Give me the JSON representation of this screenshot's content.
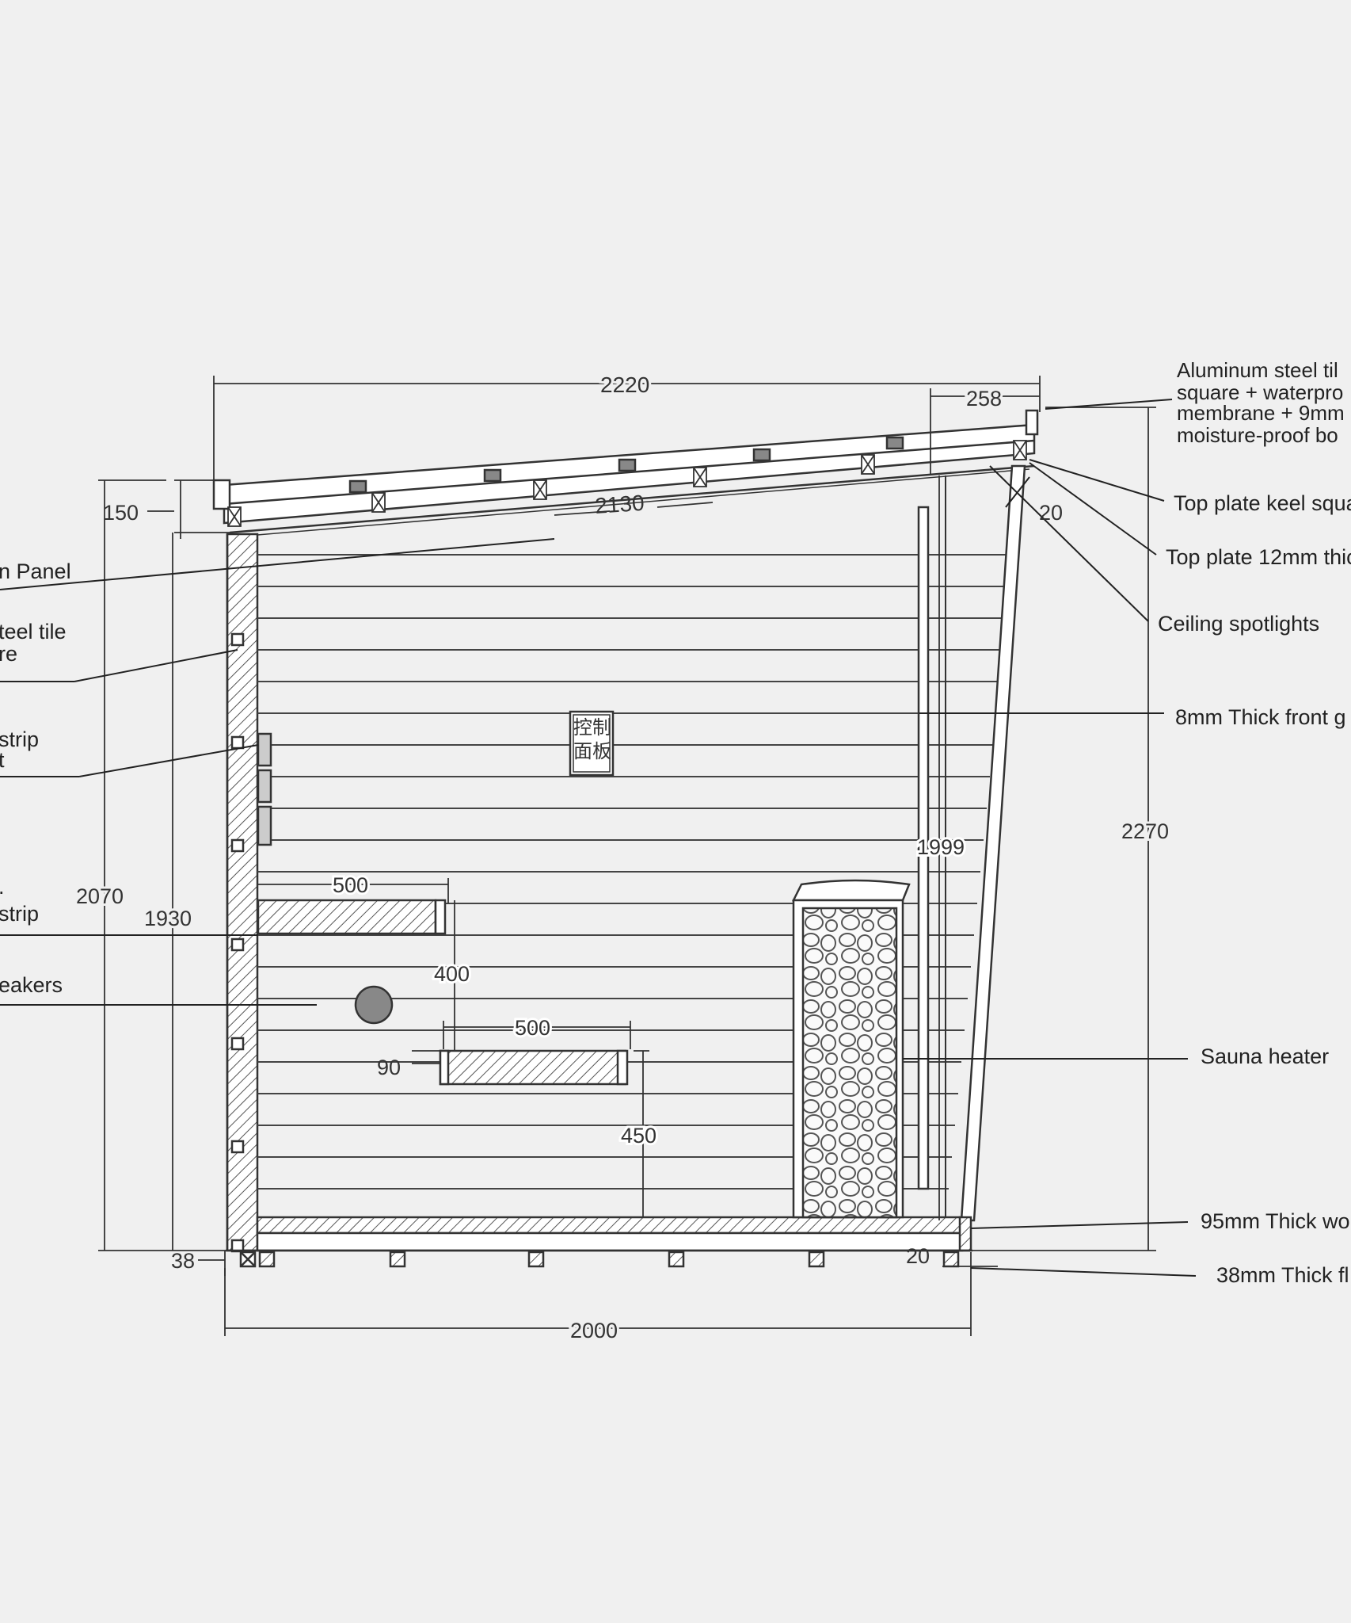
{
  "dimensions": {
    "d2220": "2220",
    "d258": "258",
    "d150": "150",
    "d2130": "2130",
    "d20_top": "20",
    "d2070": "2070",
    "d1930": "1930",
    "d1999": "1999",
    "d2270": "2270",
    "d500_upper": "500",
    "d400": "400",
    "d500_lower": "500",
    "d90": "90",
    "d450": "450",
    "d38": "38",
    "d20_bottom": "20",
    "d2000": "2000"
  },
  "panel_text": {
    "line1": "控制",
    "line2": "面板"
  },
  "callouts_left": {
    "panel": "n Panel",
    "steel_tile_1": "teel tile",
    "steel_tile_2": "re",
    "strip_1": "strip",
    "strip_2": "t",
    "strip_lower_1": ".",
    "strip_lower_2": "strip",
    "speakers": "eakers"
  },
  "callouts_right": {
    "roof_1": "Aluminum steel til",
    "roof_2": "square + waterpro",
    "roof_3": "membrane + 9mm",
    "roof_4": "moisture-proof bo",
    "top_plate_keel": "Top plate keel squa",
    "top_plate_12mm": "Top plate 12mm thic",
    "ceiling_spotlights": "Ceiling spotlights",
    "front_glass": "8mm Thick front g",
    "sauna_heater": "Sauna heater",
    "wood_95": "95mm Thick wo",
    "floor_38": "38mm Thick fl"
  }
}
